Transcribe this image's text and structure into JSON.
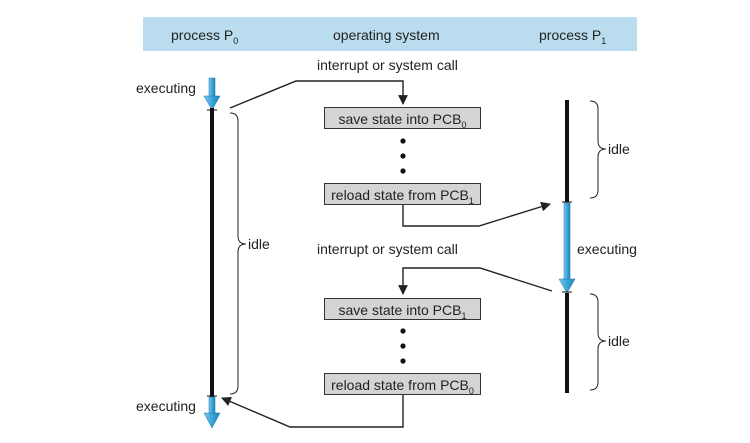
{
  "headers": {
    "p0": "process P",
    "p0_sub": "0",
    "os": "operating system",
    "p1": "process P",
    "p1_sub": "1"
  },
  "labels": {
    "interrupt_top": "interrupt or system call",
    "interrupt_mid": "interrupt or system call",
    "executing_p0_top": "executing",
    "executing_p0_bottom": "executing",
    "executing_p1": "executing",
    "idle_p0": "idle",
    "idle_p1_top": "idle",
    "idle_p1_bottom": "idle"
  },
  "boxes": {
    "save1_text": "save state into PCB",
    "save1_sub": "0",
    "reload1_text": "reload state from PCB",
    "reload1_sub": "1",
    "save2_text": "save state into PCB",
    "save2_sub": "1",
    "reload2_text": "reload state from PCB",
    "reload2_sub": "0"
  },
  "colors": {
    "header_bg": "#b9dcee",
    "box_bg": "#d4d4d4",
    "executing_arrow": "#3aa6d8"
  }
}
